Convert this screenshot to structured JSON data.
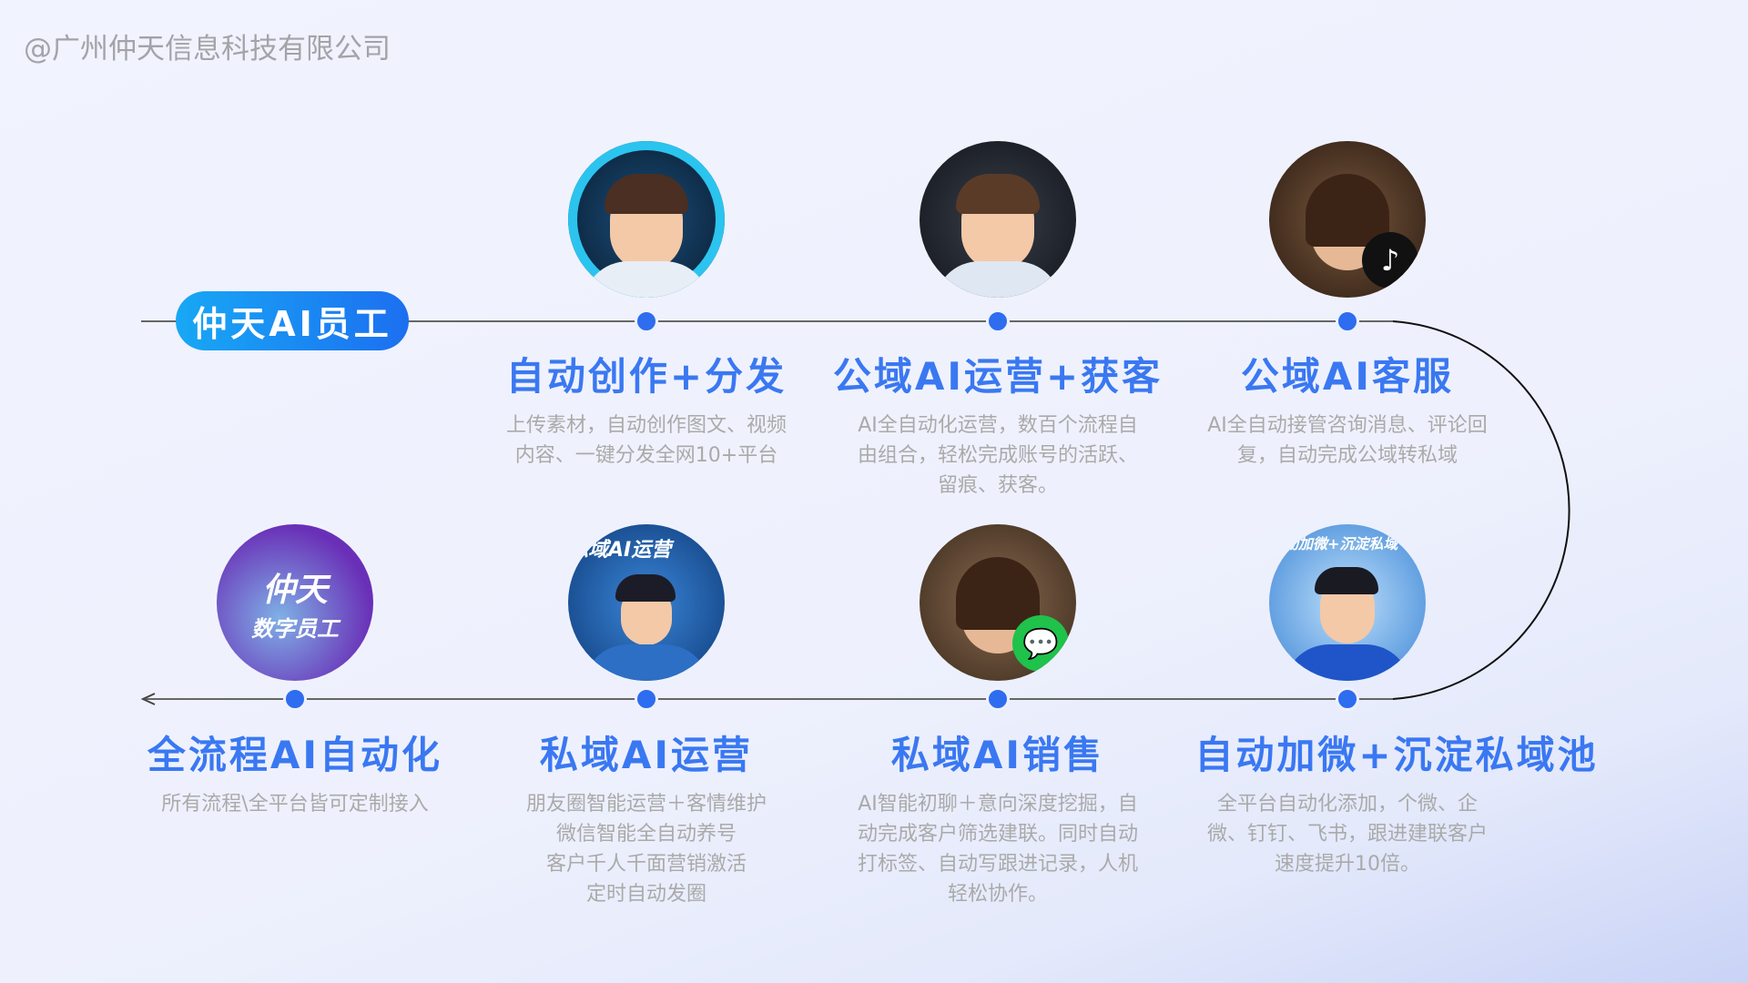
{
  "watermark": "@广州仲天信息科技有限公司",
  "badge_label": "仲天AI员工",
  "colors": {
    "accent": "#3a78f2",
    "dot": "#2e6cf0",
    "desc": "#aaaaaa"
  },
  "top_nodes": [
    {
      "title": "自动创作+分发",
      "desc": [
        "上传素材，自动创作图文、视频",
        "内容、一键分发全网10+平台"
      ],
      "icon": "glasses-man-avatar"
    },
    {
      "title": "公域AI运营+获客",
      "desc": [
        "AI全自动化运营，数百个流程自",
        "由组合，轻松完成账号的活跃、",
        "留痕、获客。"
      ],
      "icon": "boy-avatar"
    },
    {
      "title": "公域AI客服",
      "desc": [
        "AI全自动接管咨询消息、评论回",
        "复，自动完成公域转私域"
      ],
      "icon": "tiktok-woman-avatar"
    }
  ],
  "bottom_nodes": [
    {
      "title": "全流程AI自动化",
      "desc": [
        "所有流程\\全平台皆可定制接入"
      ],
      "icon": "robot-logo",
      "logo_text": [
        "仲天",
        "数字员工"
      ]
    },
    {
      "title": "私域AI运营",
      "desc": [
        "朋友圈智能运营＋客情维护",
        "微信智能全自动养号",
        "客户千人千面营销激活",
        "定时自动发圈"
      ],
      "icon": "operator-avatar",
      "banner": "私域AI运营"
    },
    {
      "title": "私域AI销售",
      "desc": [
        "AI智能初聊＋意向深度挖掘，自",
        "动完成客户筛选建联。同时自动",
        "打标签、自动写跟进记录，人机",
        "轻松协作。"
      ],
      "icon": "wechat-woman-avatar"
    },
    {
      "title": "自动加微+沉淀私域池",
      "desc": [
        "全平台自动化添加，个微、企",
        "微、钉钉、飞书，跟进建联客户",
        "速度提升10倍。"
      ],
      "icon": "headset-man-avatar",
      "banner": "自动加微+沉淀私域"
    }
  ]
}
